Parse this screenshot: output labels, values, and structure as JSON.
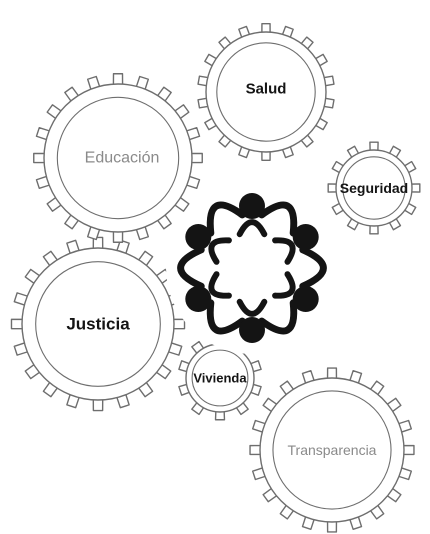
{
  "gears": [
    {
      "id": "salud",
      "label": "Salud",
      "emphasis": "bold"
    },
    {
      "id": "educacion",
      "label": "Educación",
      "emphasis": "light"
    },
    {
      "id": "seguridad",
      "label": "Seguridad",
      "emphasis": "bold"
    },
    {
      "id": "justicia",
      "label": "Justicia",
      "emphasis": "bold"
    },
    {
      "id": "vivienda",
      "label": "Vivienda",
      "emphasis": "bold"
    },
    {
      "id": "transparencia",
      "label": "Transparencia",
      "emphasis": "light"
    }
  ],
  "center_icon": "linked-people-circle-icon",
  "colors": {
    "gear_stroke": "#6e6e6e",
    "gear_fill": "#ffffff",
    "label_dark": "#141414",
    "label_light": "#8a8a8a",
    "people": "#141414"
  }
}
